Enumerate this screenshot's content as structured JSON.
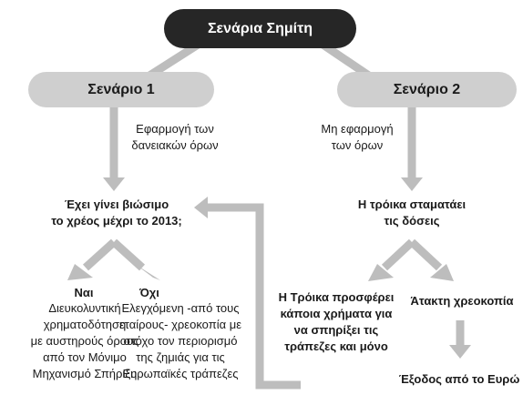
{
  "title": "Σενάρια Σημίτη",
  "scenario1": {
    "label": "Σενάριο 1",
    "condition": [
      "Εφαρμογή των",
      "δανειακών όρων"
    ],
    "question": [
      "Έχει γίνει βιώσιμο",
      "το χρέος μέχρι το 2013;"
    ],
    "yes": {
      "label": "Ναι",
      "text": [
        "Διευκολυντική",
        "χρηματοδότηση",
        "με αυστηρούς όρους",
        "από τον Μόνιμο",
        "Μηχανισμό Σπήριξη"
      ]
    },
    "no": {
      "label": "Όχι",
      "text": [
        "Ελεγχόμενη -από τους",
        "εταίρους- χρεοκοπία με",
        "στόχο τον περιορισμό",
        "της ζημιάς για τις",
        "Ευρωπαϊκές τράπεζες"
      ]
    }
  },
  "scenario2": {
    "label": "Σενάριο 2",
    "condition": [
      "Μη εφαρμογή",
      "των όρων"
    ],
    "outcome": [
      "Η τρόικα σταματάει",
      "τις δόσεις"
    ],
    "branch_left": [
      "Η Τρόικα προσφέρει",
      "κάποια χρήματα για",
      "να σπηρίξει τις",
      "τράπεζες και μόνο"
    ],
    "branch_right": "Άτακτη χρεοκοπία",
    "final": "Έξοδος από το Ευρώ"
  },
  "colors": {
    "root_fill": "#262626",
    "scenario_fill": "#cfcfcf",
    "connector": "#bdbdbd",
    "text": "#1a1a1a"
  }
}
